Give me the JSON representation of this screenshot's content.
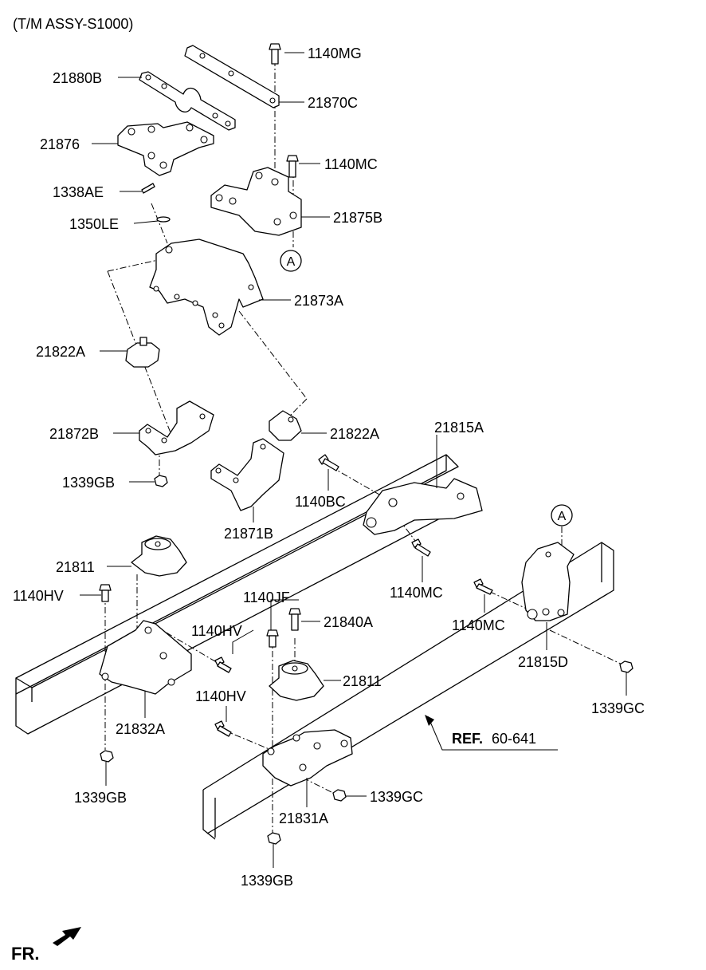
{
  "title": "(T/M ASSY-S1000)",
  "labels": {
    "p1140MG": "1140MG",
    "p21880B": "21880B",
    "p21870C": "21870C",
    "p21876": "21876",
    "p1140MC_a": "1140MC",
    "p1338AE": "1338AE",
    "p21875B": "21875B",
    "p1350LE": "1350LE",
    "pA_top": "A",
    "p21873A": "21873A",
    "p21822A_a": "21822A",
    "p21872B": "21872B",
    "p21822A_b": "21822A",
    "p21815A": "21815A",
    "p1339GB_a": "1339GB",
    "p1140BC": "1140BC",
    "p21871B": "21871B",
    "pA_right": "A",
    "p21811_a": "21811",
    "p1140MC_b": "1140MC",
    "p1140HV_a": "1140HV",
    "p1140JF": "1140JF",
    "p1140MC_c": "1140MC",
    "p21840A": "21840A",
    "p1140HV_b": "1140HV",
    "p21815D": "21815D",
    "p21811_b": "21811",
    "p1339GC_a": "1339GC",
    "p21832A": "21832A",
    "p1140HV_c": "1140HV",
    "pREF_bold": "REF.",
    "pREF_num": "60-641",
    "p1339GB_b": "1339GB",
    "p1339GC_b": "1339GC",
    "p21831A": "21831A",
    "p1339GB_c": "1339GB",
    "fr": "FR."
  }
}
